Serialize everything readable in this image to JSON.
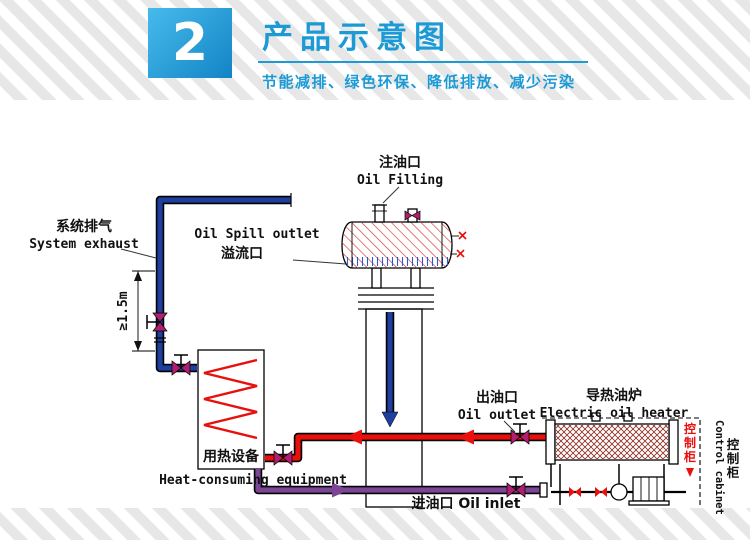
{
  "header": {
    "number": "2",
    "title": "产品示意图",
    "subtitle": "节能减排、绿色环保、降低排放、减少污染"
  },
  "diagram": {
    "oil_filling": {
      "zh": "注油口",
      "en": "Oil Filling"
    },
    "system_exhaust": {
      "zh": "系统排气",
      "en": "System exhaust"
    },
    "spill_outlet": {
      "en": "Oil Spill outlet",
      "zh": "溢流口"
    },
    "min_height": "≥1.5m",
    "heat_equipment": {
      "zh": "用热设备",
      "en": "Heat-consuming equipment"
    },
    "oil_outlet": {
      "zh": "出油口",
      "en": "Oil outlet"
    },
    "heater": {
      "zh": "导热油炉",
      "en": "Electric oil heater"
    },
    "oil_inlet": "进油口 Oil inlet",
    "control_cabinet": {
      "en": "Control cabinet",
      "zh_red_chars": [
        "控",
        "制",
        "柜"
      ],
      "zh_chars": [
        "控",
        "制",
        "柜"
      ]
    }
  },
  "colors": {
    "accent": "#1b9ad6",
    "number_box_top": "#47bbec",
    "number_box_bottom": "#1284c5",
    "pipe_blue": "#1e3f9e",
    "pipe_red": "#e8100c",
    "pipe_purple": "#7d4596",
    "valve": "#b01e6e",
    "hatch_red": "#d63333",
    "hatch_dark": "#8c2b1e",
    "water_blue": "#2a5cc8",
    "stripe": "#e7e7e7"
  }
}
